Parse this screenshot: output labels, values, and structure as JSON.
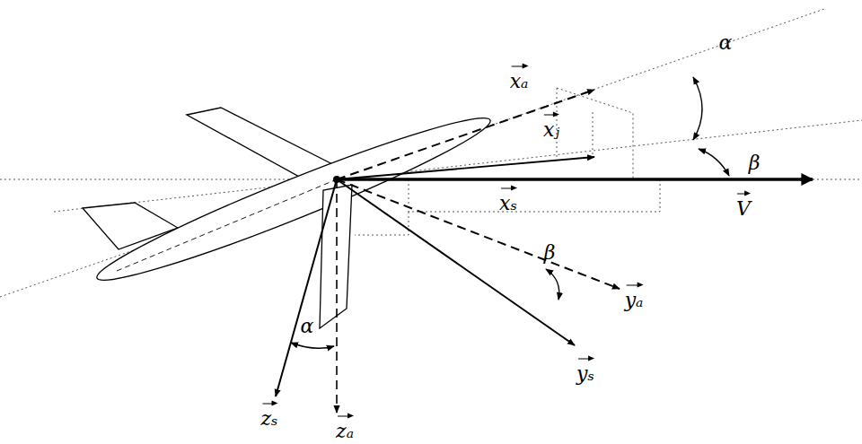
{
  "diagram": {
    "labels": [
      "α",
      "xₐ",
      "xⱼ",
      "β",
      "xₛ",
      "V",
      "β",
      "yₐ",
      "yₛ",
      "α",
      "zₛ",
      "zₐ"
    ]
  }
}
